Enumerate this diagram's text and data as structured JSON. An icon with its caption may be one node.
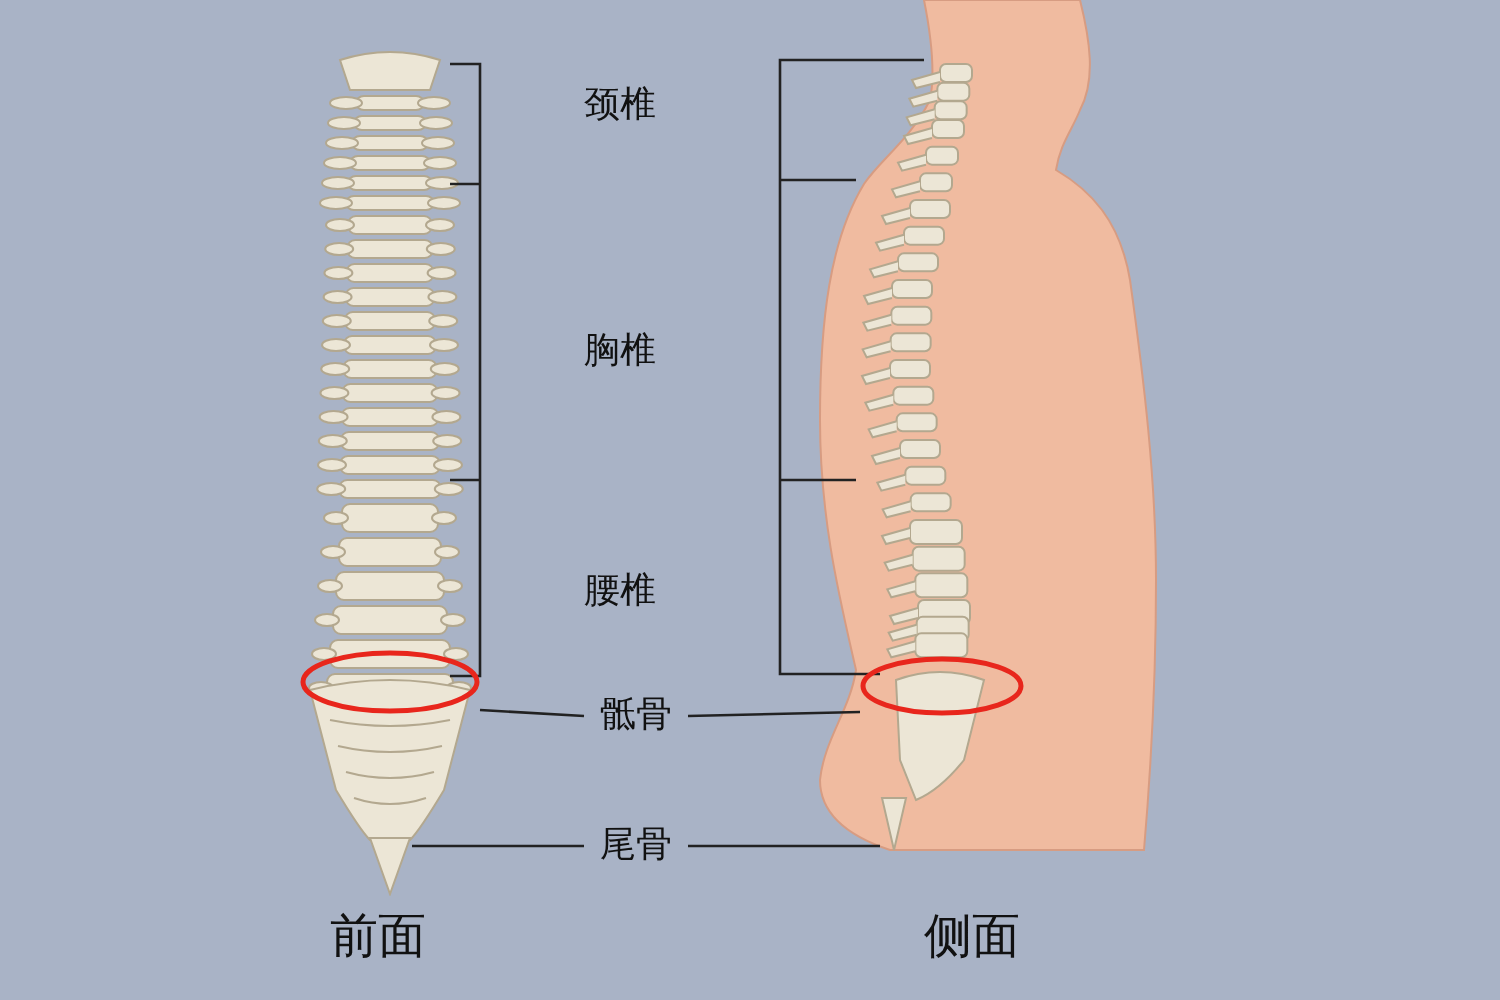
{
  "diagram": {
    "nodes": [
      {
        "text": [
          "骶骨"
        ]
      },
      {
        "text": [
          "尾骨"
        ]
      },
      {
        "text": [],
        "shape": "circle"
      },
      {
        "text": [],
        "shape": "circle"
      },
      {
        "text": [],
        "shape": "picture"
      },
      {
        "text": [],
        "shape": "picture"
      }
    ],
    "edges": [
      {
        "from": 0,
        "to": 2,
        "arrow": "none"
      },
      {
        "from": 0,
        "to": 3,
        "arrow": "none"
      },
      {
        "from": 1,
        "to": 4,
        "arrow": "none"
      },
      {
        "from": 1,
        "to": 5,
        "arrow": "none"
      }
    ],
    "labels": [
      "颈椎",
      "胸椎",
      "腰椎",
      "前面",
      "侧面"
    ]
  }
}
